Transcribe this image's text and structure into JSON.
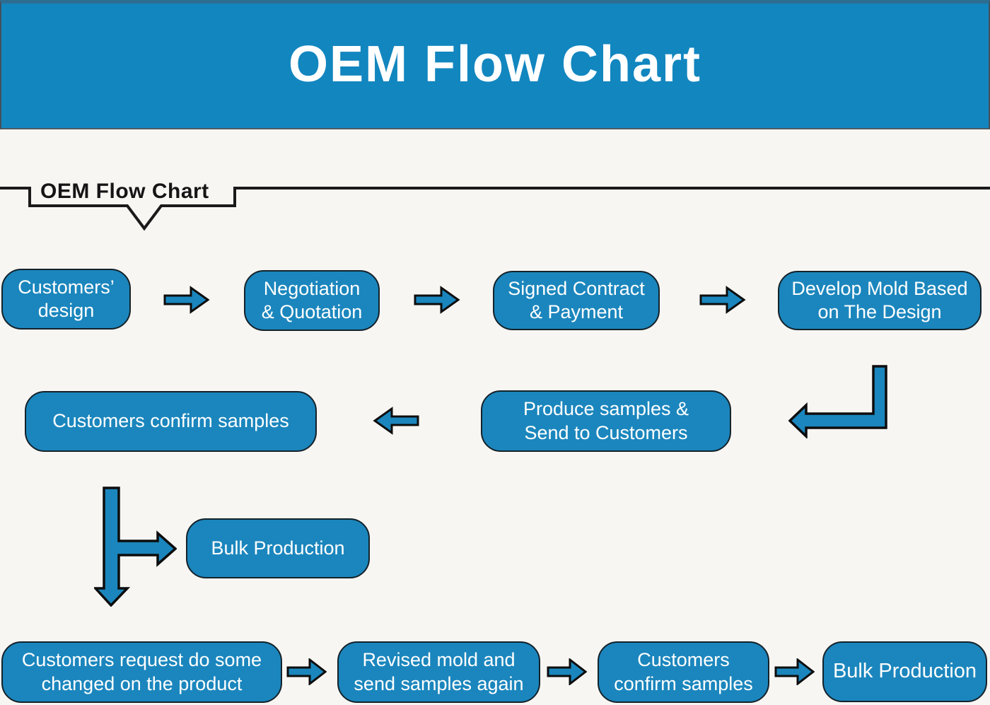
{
  "page": {
    "background_color": "#f8f6f3"
  },
  "header": {
    "title": "OEM Flow Chart",
    "background_color": "#1286bf",
    "top_strip_color": "#2e6d92",
    "text_color": "#ffffff"
  },
  "section_tab": {
    "label": "OEM Flow Chart",
    "line_color": "#1a1a1a"
  },
  "flow": {
    "node_fill_color": "#1b86bd",
    "node_border_color": "#14222a",
    "node_text_color": "#ffffff",
    "arrow_fill_color": "#1b86bd",
    "arrow_outline_color": "#0d0d0d",
    "nodes": {
      "customers_design": {
        "label": "Customers’\ndesign"
      },
      "negotiation_quotation": {
        "label": "Negotiation\n& Quotation"
      },
      "signed_contract_payment": {
        "label": "Signed Contract\n& Payment"
      },
      "develop_mold": {
        "label": "Develop Mold Based\non The Design"
      },
      "produce_samples": {
        "label": "Produce samples &\nSend to Customers"
      },
      "customers_confirm_1": {
        "label": "Customers confirm samples"
      },
      "bulk_production_mid": {
        "label": "Bulk Production"
      },
      "request_changes": {
        "label": "Customers request do some\nchanged on the product"
      },
      "revised_mold": {
        "label": "Revised mold and\nsend samples again"
      },
      "customers_confirm_2": {
        "label": "Customers\nconfirm samples"
      },
      "bulk_production_final": {
        "label": "Bulk Production"
      }
    },
    "edges": [
      {
        "from": "customers_design",
        "to": "negotiation_quotation"
      },
      {
        "from": "negotiation_quotation",
        "to": "signed_contract_payment"
      },
      {
        "from": "signed_contract_payment",
        "to": "develop_mold"
      },
      {
        "from": "develop_mold",
        "to": "produce_samples"
      },
      {
        "from": "produce_samples",
        "to": "customers_confirm_1"
      },
      {
        "from": "customers_confirm_1",
        "to": "bulk_production_mid"
      },
      {
        "from": "customers_confirm_1",
        "to": "request_changes"
      },
      {
        "from": "request_changes",
        "to": "revised_mold"
      },
      {
        "from": "revised_mold",
        "to": "customers_confirm_2"
      },
      {
        "from": "customers_confirm_2",
        "to": "bulk_production_final"
      }
    ]
  }
}
